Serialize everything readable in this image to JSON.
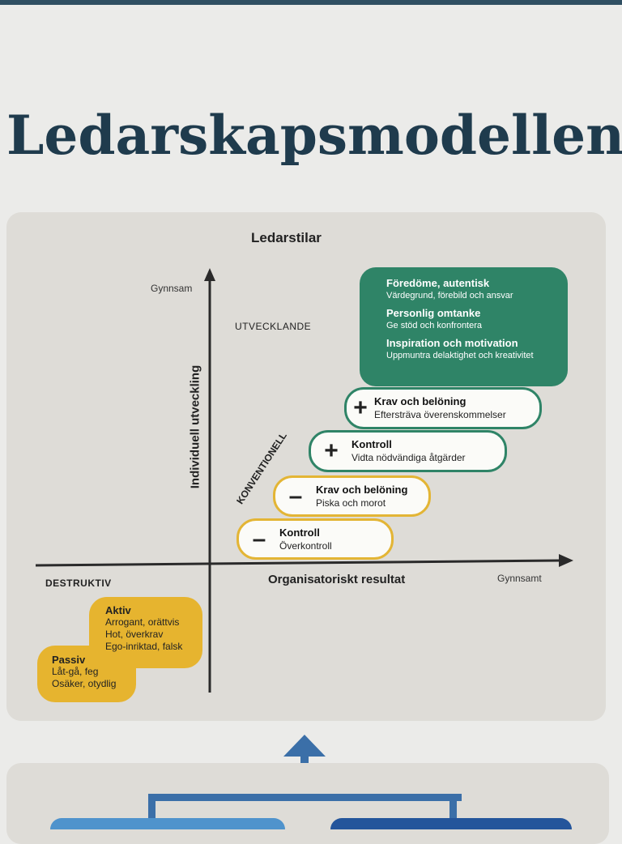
{
  "title": "Ledarskapsmodellen",
  "diagram": {
    "heading": "Ledarstilar",
    "y_axis_label": "Individuell utveckling",
    "y_axis_top": "Gynnsam",
    "x_axis_label": "Organisatoriskt resultat",
    "x_axis_right": "Gynnsamt",
    "zone_utvecklande": "UTVECKLANDE",
    "zone_konventionell": "KONVENTIONELL",
    "zone_destruktiv": "DESTRUKTIV",
    "utvecklande_box": {
      "items": [
        {
          "head": "Föredöme, autentisk",
          "sub": "Värdegrund, förebild och ansvar"
        },
        {
          "head": "Personlig omtanke",
          "sub": "Ge stöd och konfrontera"
        },
        {
          "head": "Inspiration och motivation",
          "sub": "Uppmuntra delaktighet och kreativitet"
        }
      ],
      "color": "#2f8467"
    },
    "steps": [
      {
        "sign": "+",
        "head": "Krav och belöning",
        "sub": "Eftersträva överenskommelser",
        "color": "#2f8467"
      },
      {
        "sign": "+",
        "head": "Kontroll",
        "sub": "Vidta nödvändiga åtgärder",
        "color": "#2f8467"
      },
      {
        "sign": "–",
        "head": "Krav och belöning",
        "sub": "Piska och morot",
        "color": "#e3b535"
      },
      {
        "sign": "–",
        "head": "Kontroll",
        "sub": "Överkontroll",
        "color": "#e3b535"
      }
    ],
    "destruktiv": {
      "aktiv": {
        "head": "Aktiv",
        "lines": [
          "Arrogant, orättvis",
          "Hot, överkrav",
          "Ego-inriktad, falsk"
        ]
      },
      "passiv": {
        "head": "Passiv",
        "lines": [
          "Låt-gå, feg",
          "Osäker, otydlig"
        ]
      },
      "color": "#e6b42f"
    }
  }
}
